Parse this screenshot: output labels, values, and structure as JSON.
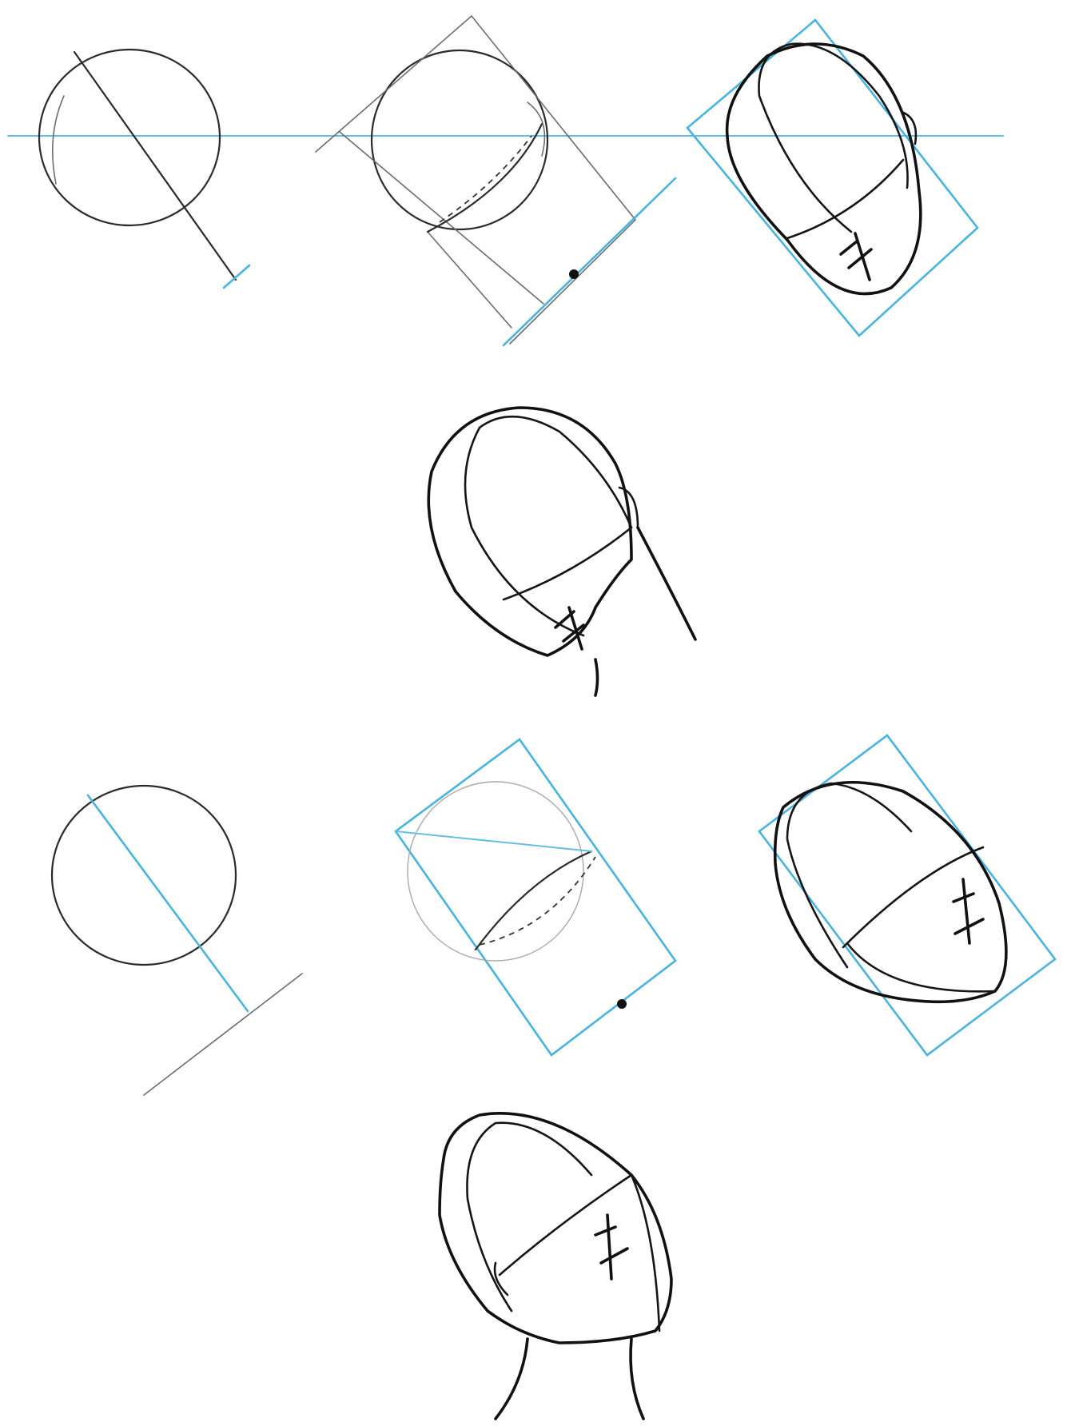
{
  "figure": {
    "kind": "step-by-step head construction drawing",
    "colors": {
      "guide_lines": "#47b4e0",
      "pencil": "#2a2a2a",
      "ink": "#111111",
      "background": "#ffffff"
    },
    "rows": [
      {
        "id": "row-1",
        "orientation": "tilted-forward",
        "steps": 3
      },
      {
        "id": "result-1",
        "orientation": "tilted-forward",
        "steps": 1
      },
      {
        "id": "row-2",
        "orientation": "tilted-back",
        "steps": 3
      },
      {
        "id": "result-2",
        "orientation": "tilted-back",
        "steps": 1
      }
    ]
  }
}
